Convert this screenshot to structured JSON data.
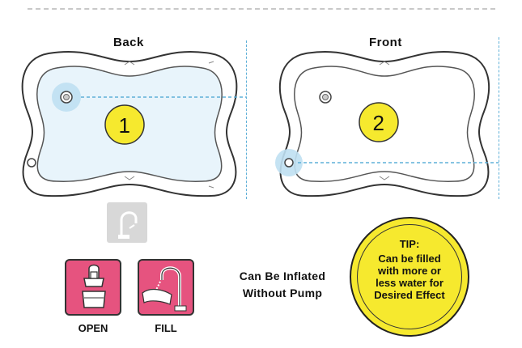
{
  "back": {
    "label": "Back",
    "number": "1"
  },
  "front": {
    "label": "Front",
    "number": "2"
  },
  "actions": {
    "open_label": "OPEN",
    "fill_label": "FILL"
  },
  "inflate_note": {
    "line1": "Can Be Inflated",
    "line2": "Without Pump"
  },
  "tip": {
    "title": "TIP:",
    "line1": "Can be filled",
    "line2": "with more or",
    "line3": "less water for",
    "line4": "Desired Effect"
  },
  "colors": {
    "card_pink": "#e6537f",
    "tip_yellow": "#f6e92e",
    "number_yellow": "#f6e92e",
    "mat_inner": "#e8f4fb",
    "guide_blue": "#5fb0d8"
  }
}
